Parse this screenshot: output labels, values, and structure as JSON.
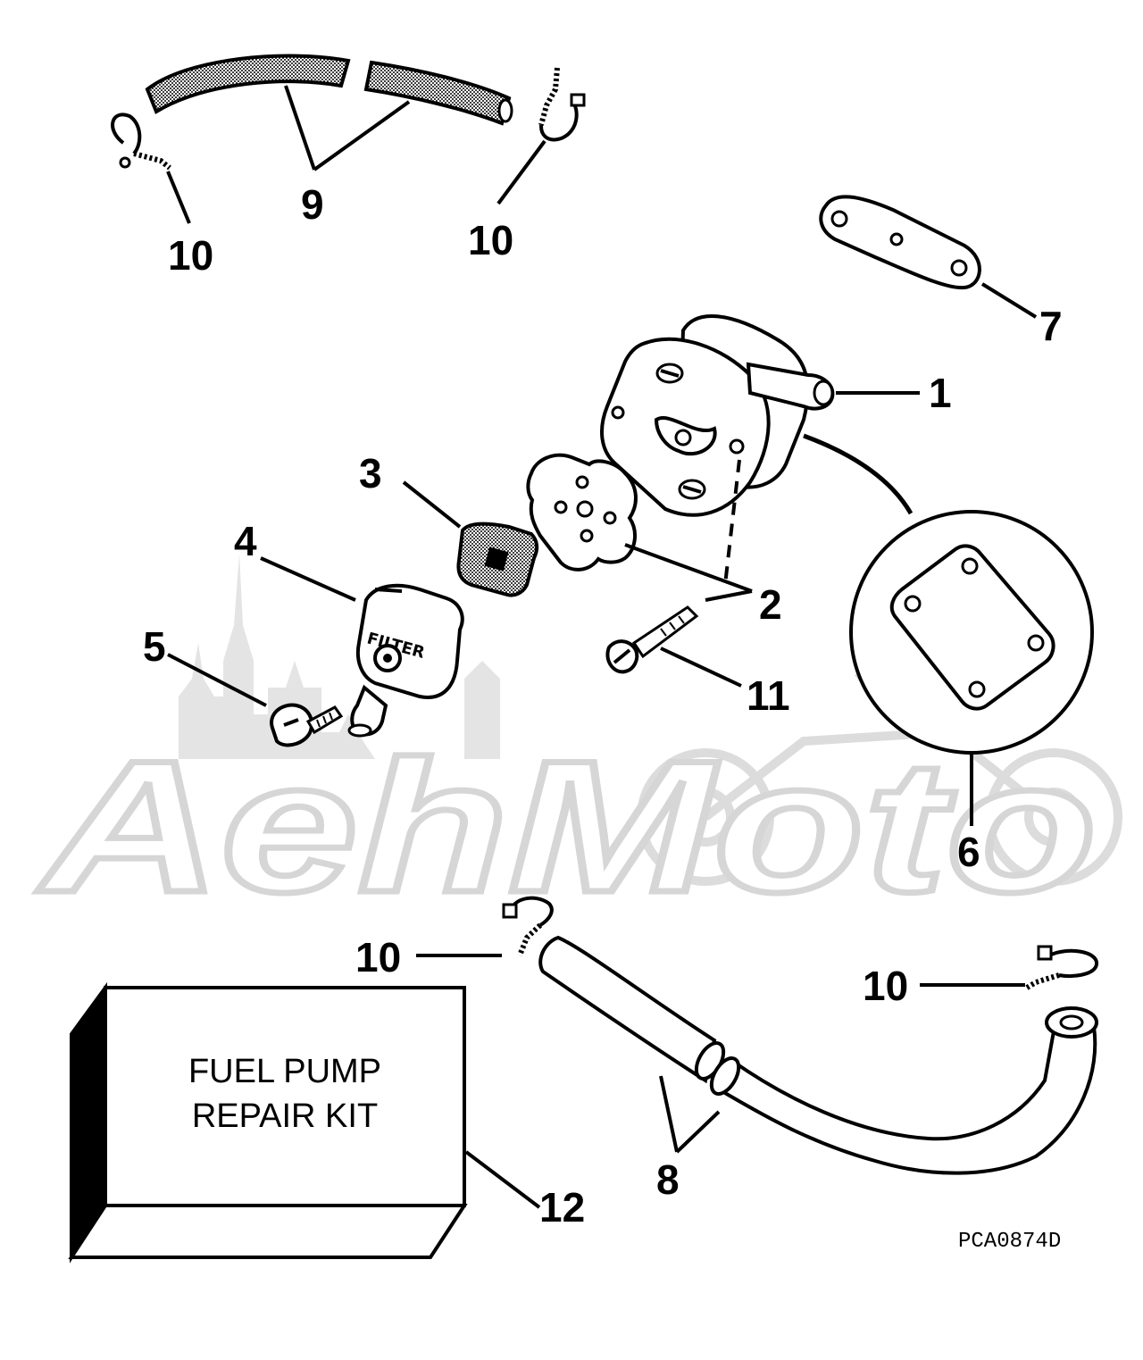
{
  "callouts": {
    "c1": "1",
    "c2": "2",
    "c3": "3",
    "c4": "4",
    "c5": "5",
    "c6": "6",
    "c7": "7",
    "c8": "8",
    "c9": "9",
    "c10": "10",
    "c11": "11",
    "c12": "12"
  },
  "filter_text": "FILTER",
  "kit": {
    "line1": "FUEL PUMP",
    "line2": "REPAIR KIT"
  },
  "ref_code": "PCA0874D",
  "watermark": {
    "text": "AehMoto"
  },
  "colors": {
    "ink": "#000000",
    "watermark": "#d6d6d6",
    "background": "#ffffff"
  }
}
